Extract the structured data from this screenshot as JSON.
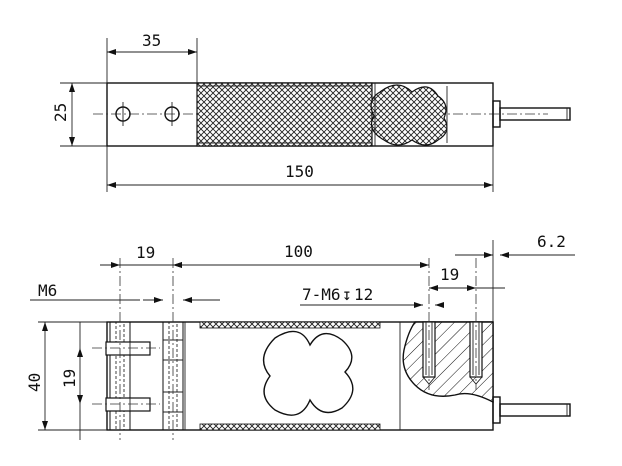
{
  "top_view": {
    "dim_35": "35",
    "dim_25": "25",
    "dim_150": "150"
  },
  "side_view": {
    "dim_19_left": "19",
    "dim_100": "100",
    "dim_6_2": "6.2",
    "dim_19_right": "19",
    "dim_m6": "M6",
    "dim_thread": "7-M6",
    "dim_depth_symbol": "↧",
    "dim_depth": "12",
    "dim_40": "40",
    "dim_19_vertical": "19"
  }
}
